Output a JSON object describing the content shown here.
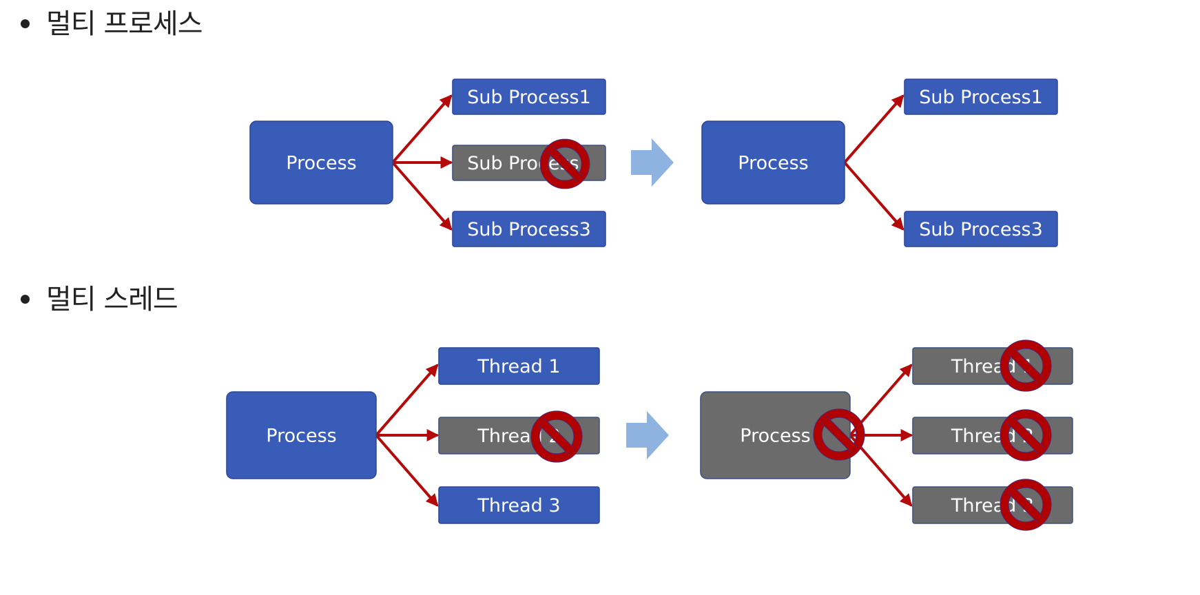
{
  "sections": [
    {
      "heading": "멀티 프로세스",
      "left": {
        "process": {
          "label": "Process",
          "state": "active"
        },
        "children": [
          {
            "label": "Sub Process1",
            "state": "active"
          },
          {
            "label": "Sub Process2",
            "state": "terminated"
          },
          {
            "label": "Sub Process3",
            "state": "active"
          }
        ]
      },
      "right": {
        "process": {
          "label": "Process",
          "state": "active"
        },
        "children": [
          {
            "label": "Sub Process1",
            "state": "active"
          },
          {
            "label": "Sub Process3",
            "state": "active"
          }
        ]
      }
    },
    {
      "heading": "멀티 스레드",
      "left": {
        "process": {
          "label": "Process",
          "state": "active"
        },
        "children": [
          {
            "label": "Thread 1",
            "state": "active"
          },
          {
            "label": "Thread 2",
            "state": "terminated"
          },
          {
            "label": "Thread 3",
            "state": "active"
          }
        ]
      },
      "right": {
        "process": {
          "label": "Process",
          "state": "terminated"
        },
        "children": [
          {
            "label": "Thread 1",
            "state": "terminated"
          },
          {
            "label": "Thread 2",
            "state": "terminated"
          },
          {
            "label": "Thread 3",
            "state": "terminated"
          }
        ]
      }
    }
  ],
  "colors": {
    "active_fill": "#385cb8",
    "active_stroke": "#2b4590",
    "terminated_fill": "#6b6b6b",
    "terminated_stroke": "#3d4f80",
    "connector": "#b40a0a",
    "transition_arrow": "#8fb3e0",
    "no_sign": "#b00000",
    "no_sign_outline": "#4a2a7a"
  },
  "icons": {
    "terminated_marker": "no-entry-icon",
    "transition": "right-arrow-icon"
  }
}
